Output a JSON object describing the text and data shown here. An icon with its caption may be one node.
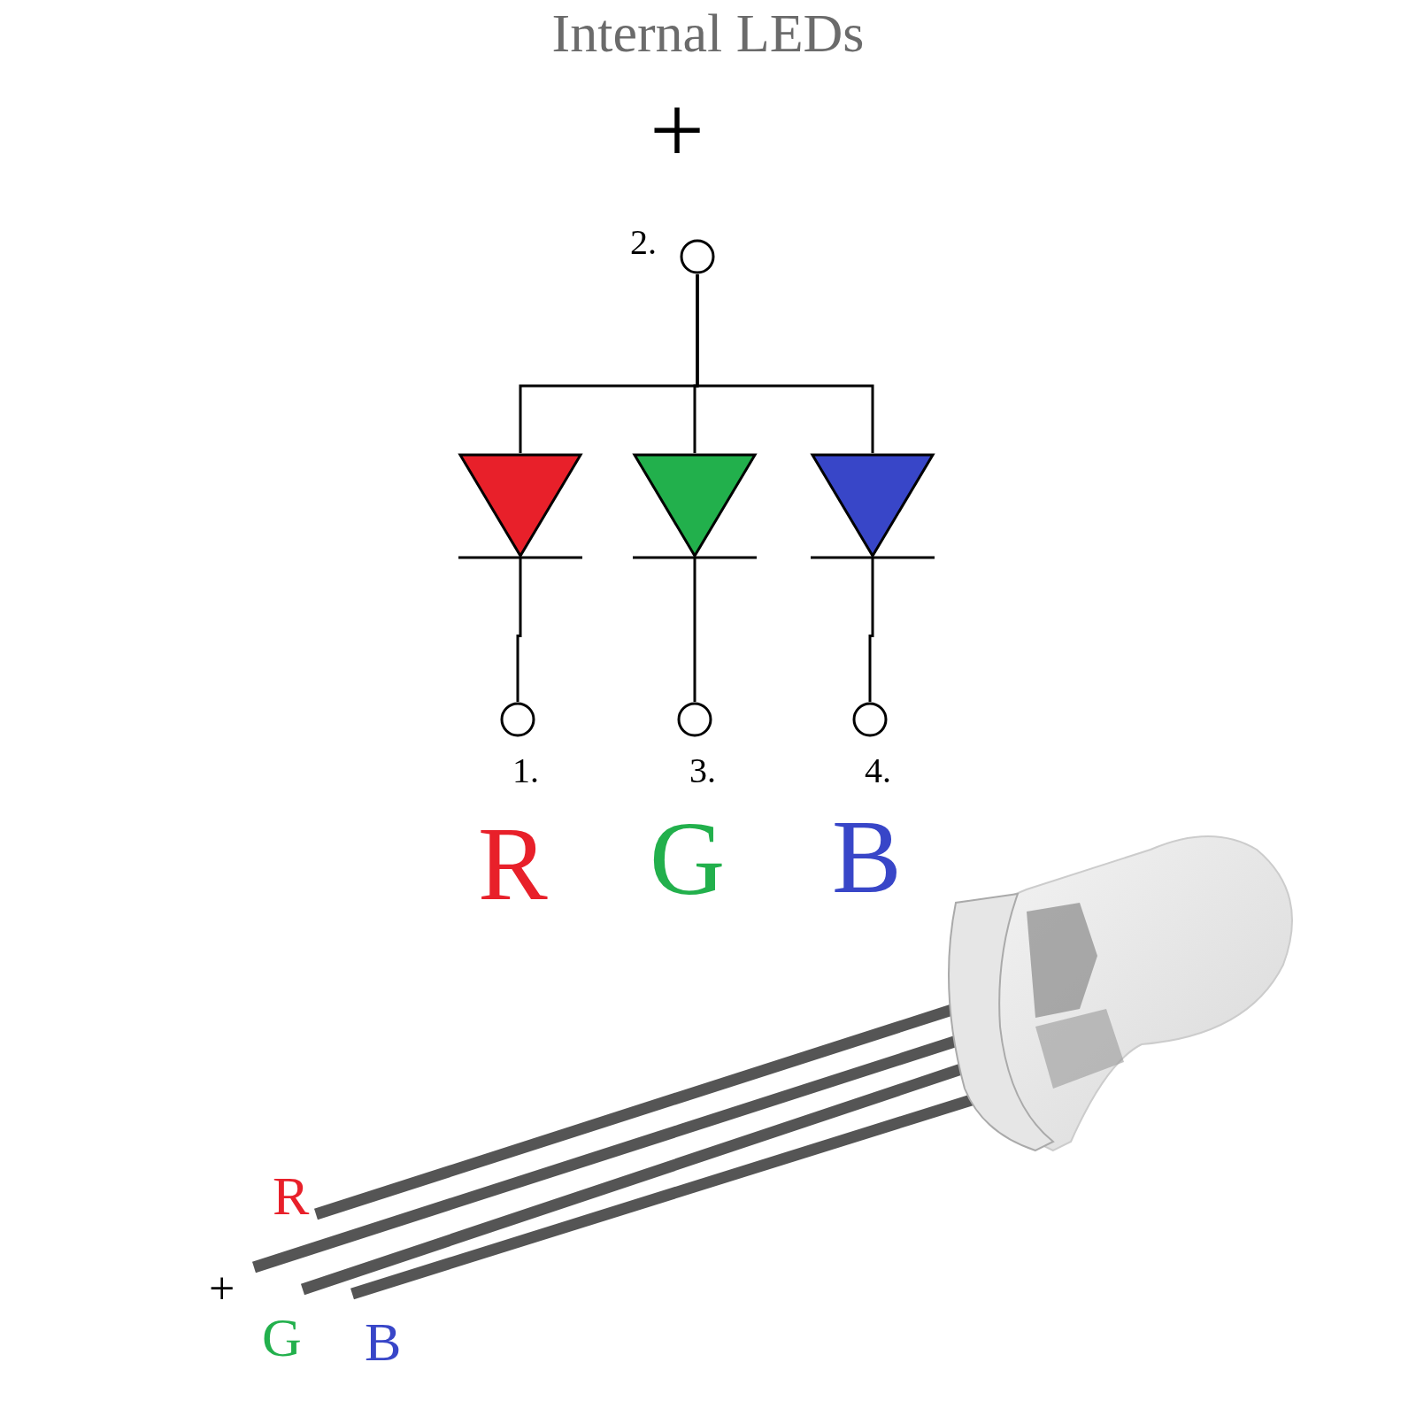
{
  "diagram": {
    "title": "Internal LEDs",
    "nodes": [
      {
        "text": [],
        "shape": "circle",
        "beside": [
          "2."
        ]
      },
      {
        "text": [],
        "shape": "triangle"
      },
      {
        "text": [],
        "shape": "triangle"
      },
      {
        "text": [],
        "shape": "triangle"
      },
      {
        "text": [],
        "shape": "circle",
        "beside": [
          "1."
        ]
      },
      {
        "text": [],
        "shape": "circle",
        "beside": [
          "3."
        ]
      },
      {
        "text": [],
        "shape": "circle",
        "beside": [
          "4."
        ]
      },
      {
        "text": [],
        "shape": "picture"
      }
    ],
    "edges": [
      {
        "from": 0,
        "to": 1,
        "arrow": "none"
      },
      {
        "from": 0,
        "to": 2,
        "arrow": "none"
      },
      {
        "from": 0,
        "to": 3,
        "arrow": "none"
      },
      {
        "from": 1,
        "to": 4,
        "arrow": "none"
      },
      {
        "from": 2,
        "to": 5,
        "arrow": "none"
      },
      {
        "from": 3,
        "to": 6,
        "arrow": "none"
      }
    ],
    "labels": [
      "+",
      "R",
      "G",
      "B",
      "R",
      "+",
      "G",
      "B"
    ]
  }
}
